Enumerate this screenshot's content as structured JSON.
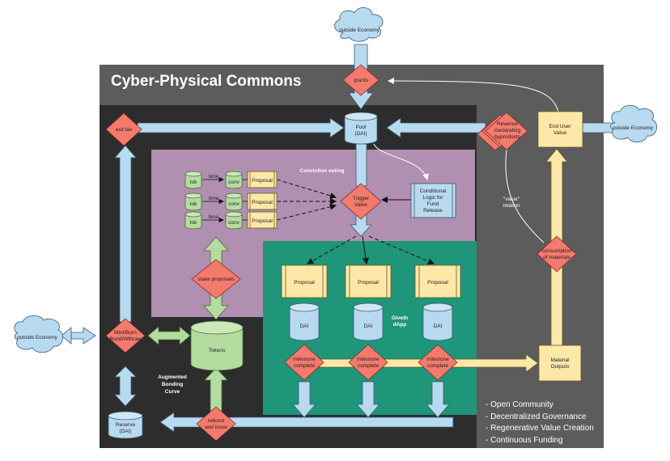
{
  "title": "Cyber-Physical Commons",
  "regions": {
    "conviction_voting": "Conviction voting",
    "giveth_dapp": [
      "Giveth",
      "dApp"
    ],
    "augmented_bonding_curve": [
      "Augmented",
      "Bonding",
      "Curve"
    ]
  },
  "clouds": {
    "top": "outside Economy",
    "right": "outside Economy",
    "left": "outside Economy"
  },
  "nodes": {
    "pool": [
      "Pool",
      "(DAI)"
    ],
    "grants": "grants",
    "exit_tax": "exit tax",
    "revenue": [
      "Revenue",
      "Generating",
      "byproducts"
    ],
    "end_user_value": [
      "End User",
      "Value"
    ],
    "conditional_logic": [
      "Conditional",
      "Logic for",
      "Fund",
      "Release"
    ],
    "trigger_valve": [
      "Trigger",
      "Valve"
    ],
    "tok": "tok",
    "time": "time",
    "conv": "conv",
    "proposal": "Proposal",
    "value_relation": [
      "\"value\"",
      "relation"
    ],
    "consumption": [
      "consumption",
      "of materials"
    ],
    "stake_proposals": "stake proposals",
    "dai": "DAI",
    "mint_burn": [
      "Mint/Burn",
      "Bond/Wthraw"
    ],
    "tokens": "Tokens",
    "milestone": [
      "milestone",
      "complete"
    ],
    "material_outputs": [
      "Material",
      "Outputs"
    ],
    "reserve": [
      "Reserve",
      "(DAI)"
    ],
    "rebond": [
      "rebond",
      "and issue"
    ]
  },
  "bullets": [
    "- Open Community",
    "- Decentralized Governance",
    "- Regenerative Value Creation",
    "- Continuous Funding"
  ],
  "colors": {
    "outer": "#5c5c5c",
    "inner": "#2d2d2d",
    "purple": "#b08fb0",
    "green": "#1f957a",
    "blue_arrow": "#b8daf0",
    "yellow_arrow": "#fde8a8",
    "green_arrow": "#b5dca0",
    "diamond": "#f47a6e"
  }
}
